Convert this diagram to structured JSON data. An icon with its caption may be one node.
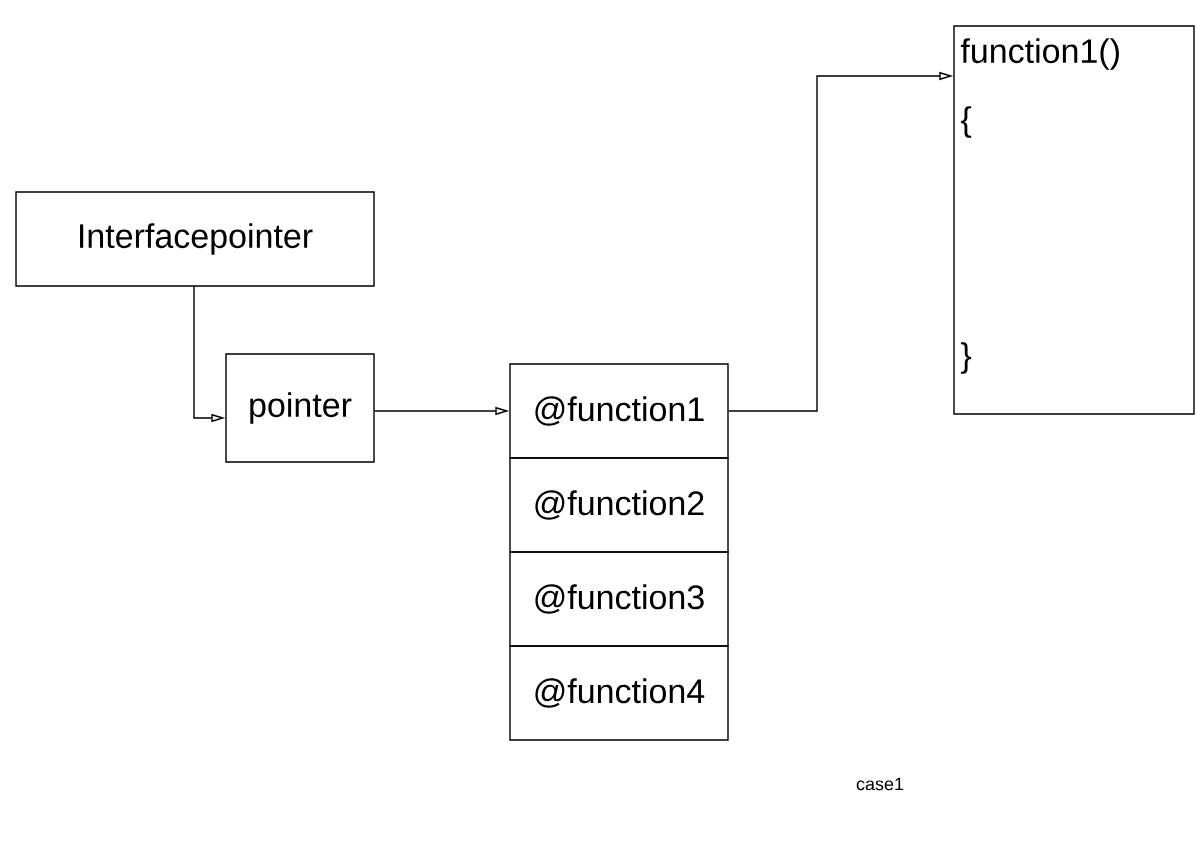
{
  "diagram": {
    "nodes": [
      {
        "text": [
          "Interfacepointer"
        ]
      },
      {
        "text": [
          "pointer"
        ]
      },
      {
        "text": [
          "@function1"
        ]
      },
      {
        "text": [
          "@function2"
        ]
      },
      {
        "text": [
          "@function3"
        ]
      },
      {
        "text": [
          "@function4"
        ]
      },
      {
        "text": [
          "function1()",
          "{",
          "}"
        ]
      }
    ],
    "edges": [
      {
        "from": 0,
        "to": 1,
        "arrow": "to"
      },
      {
        "from": 1,
        "to": 2,
        "arrow": "to"
      },
      {
        "from": 2,
        "to": 6,
        "arrow": "to"
      }
    ],
    "labels": [
      "case1"
    ]
  }
}
